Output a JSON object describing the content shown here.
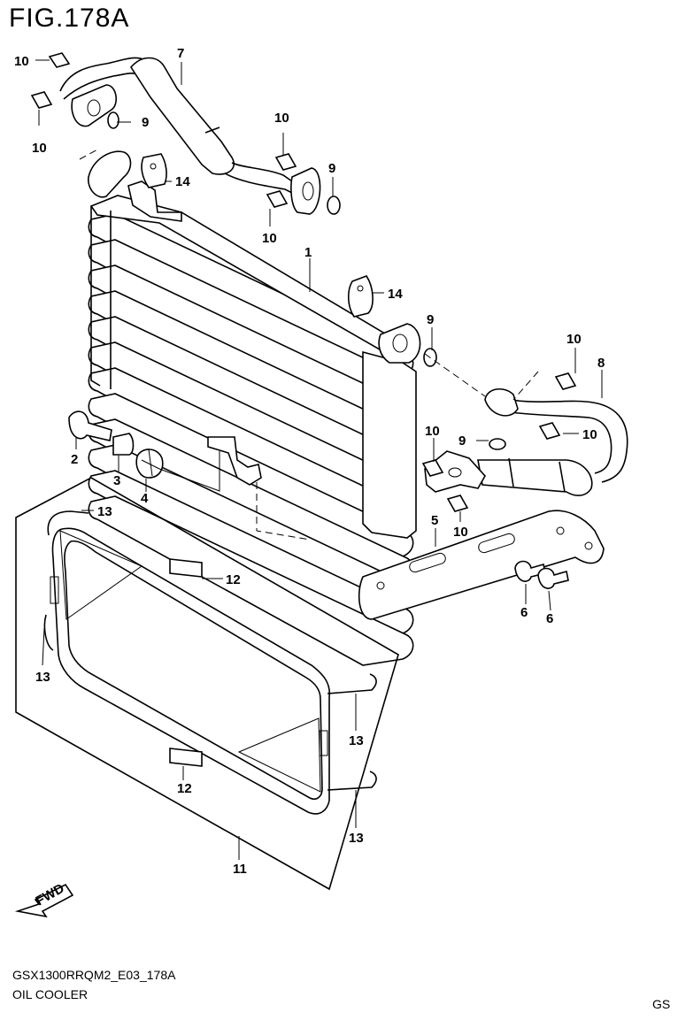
{
  "figure": {
    "title": "FIG.178A",
    "code": "GSX1300RRQM2_E03_178A",
    "name": "OIL COOLER",
    "region": "GS",
    "fwd_marker": "FWD"
  },
  "callouts": [
    {
      "id": "c1",
      "label": "1"
    },
    {
      "id": "c2",
      "label": "2"
    },
    {
      "id": "c3",
      "label": "3"
    },
    {
      "id": "c4",
      "label": "4"
    },
    {
      "id": "c5",
      "label": "5"
    },
    {
      "id": "c6a",
      "label": "6"
    },
    {
      "id": "c6b",
      "label": "6"
    },
    {
      "id": "c7",
      "label": "7"
    },
    {
      "id": "c8",
      "label": "8"
    },
    {
      "id": "c9a",
      "label": "9"
    },
    {
      "id": "c9b",
      "label": "9"
    },
    {
      "id": "c9c",
      "label": "9"
    },
    {
      "id": "c9d",
      "label": "9"
    },
    {
      "id": "c10a",
      "label": "10"
    },
    {
      "id": "c10b",
      "label": "10"
    },
    {
      "id": "c10c",
      "label": "10"
    },
    {
      "id": "c10d",
      "label": "10"
    },
    {
      "id": "c10e",
      "label": "10"
    },
    {
      "id": "c10f",
      "label": "10"
    },
    {
      "id": "c10g",
      "label": "10"
    },
    {
      "id": "c10h",
      "label": "10"
    },
    {
      "id": "c11",
      "label": "11"
    },
    {
      "id": "c12a",
      "label": "12"
    },
    {
      "id": "c12b",
      "label": "12"
    },
    {
      "id": "c13a",
      "label": "13"
    },
    {
      "id": "c13b",
      "label": "13"
    },
    {
      "id": "c13c",
      "label": "13"
    },
    {
      "id": "c13d",
      "label": "13"
    },
    {
      "id": "c14a",
      "label": "14"
    },
    {
      "id": "c14b",
      "label": "14"
    }
  ]
}
